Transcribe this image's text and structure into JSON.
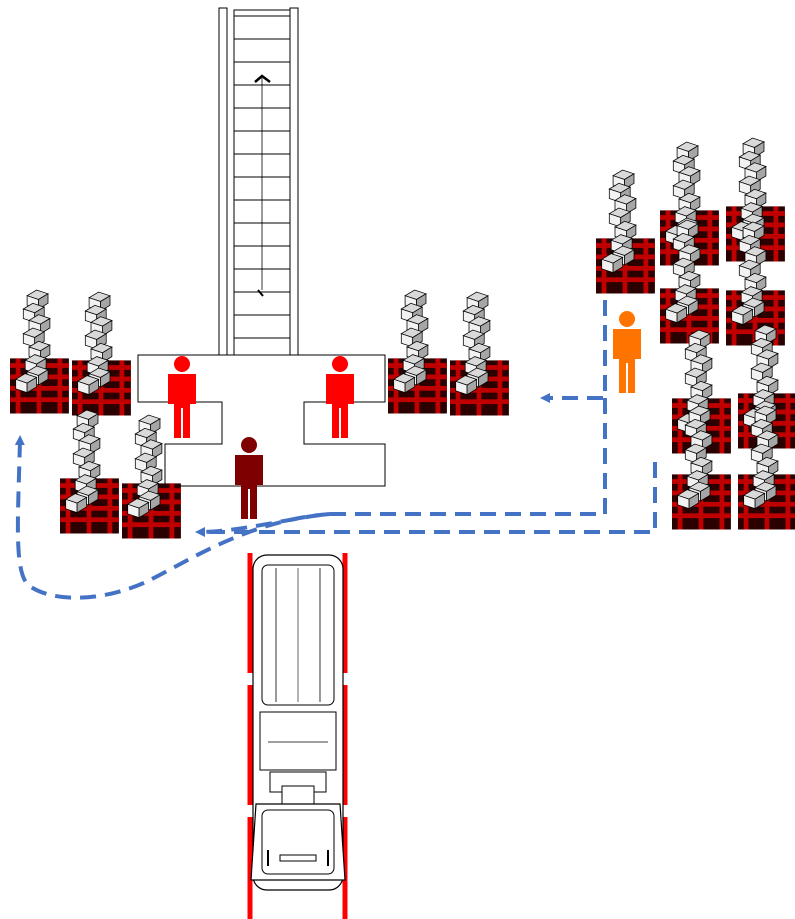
{
  "diagram": {
    "kind": "warehouse-loading-layout",
    "colors": {
      "background": "#ffffff",
      "outline": "#000000",
      "pallet": "#c00000",
      "pallet_dark": "#2a0000",
      "box_top": "#d9d9d9",
      "box_side": "#a6a6a6",
      "box_front": "#f2f2f2",
      "worker_red": "#ff0000",
      "worker_darkred": "#7f0000",
      "worker_orange": "#ff7400",
      "route": "#4472c4",
      "vehicle_outline": "#ff0000"
    },
    "icons": [
      "conveyor-belt",
      "loading-platform",
      "pallet-stack",
      "worker-figure",
      "forklift-truck",
      "route-arrow"
    ],
    "workers": [
      {
        "name": "worker-left-red",
        "color": "#ff0000"
      },
      {
        "name": "worker-right-red",
        "color": "#ff0000"
      },
      {
        "name": "worker-center-darkred",
        "color": "#7f0000"
      },
      {
        "name": "worker-orange",
        "color": "#ff7400"
      }
    ],
    "routes": [
      {
        "name": "route-to-right-stacks",
        "style": "dashed",
        "arrow": true
      },
      {
        "name": "route-to-left-lower-stacks",
        "style": "dashed",
        "arrow": true
      },
      {
        "name": "route-loop-to-left-stacks",
        "style": "dashed",
        "arrow": true
      }
    ]
  }
}
